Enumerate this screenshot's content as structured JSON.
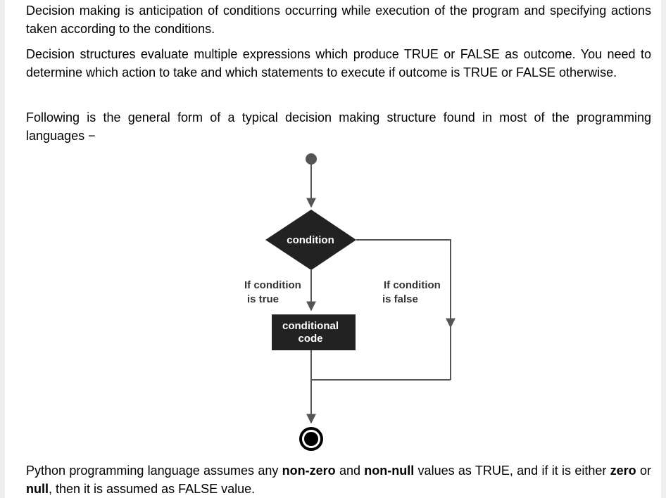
{
  "paragraphs": {
    "p1": "Decision making is anticipation of conditions occurring while execution of the program and specifying actions taken according to the conditions.",
    "p2": "Decision structures evaluate multiple expressions which produce TRUE or FALSE as outcome. You need to determine which action to take and which statements to execute if outcome is TRUE or FALSE otherwise.",
    "p3": "Following is the general form of a typical decision making structure found in most of the programming languages −",
    "p4": {
      "t1": "Python programming language assumes any ",
      "b1": "non-zero",
      "t2": " and ",
      "b2": "non-null",
      "t3": " values as TRUE, and if it is either ",
      "b3": "zero",
      "t4": " or ",
      "b4": "null",
      "t5": ", then it is assumed as FALSE value."
    }
  },
  "flowchart": {
    "decision_label": "condition",
    "true_label_line1": "If condition",
    "true_label_line2": "is true",
    "false_label_line1": "If condition",
    "false_label_line2": "is false",
    "process_label_line1": "conditional",
    "process_label_line2": "code",
    "colors": {
      "shape_fill": "#222222",
      "shape_text": "#ffffff",
      "line": "#555555",
      "label_text": "#333333"
    }
  }
}
